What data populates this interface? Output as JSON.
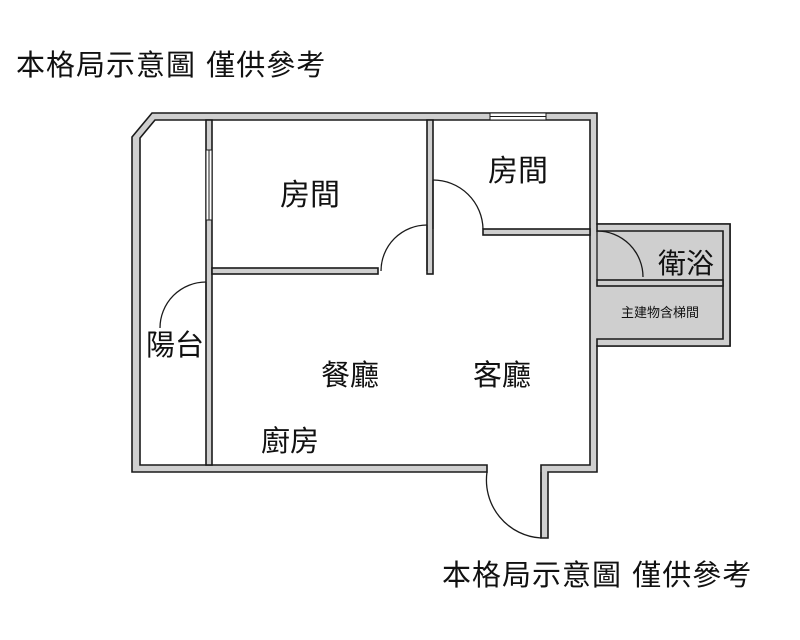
{
  "captions": {
    "top": "本格局示意圖 僅供參考",
    "bottom": "本格局示意圖 僅供參考"
  },
  "rooms": {
    "bedroom_1": "房間",
    "bedroom_2": "房間",
    "bathroom": "衛浴",
    "stairwell": "主建物含梯間",
    "balcony": "陽台",
    "dining": "餐廳",
    "living": "客廳",
    "kitchen": "廚房"
  },
  "colors": {
    "wall_fill": "#cfcfcf",
    "wall_stroke": "#1a1a1a",
    "label": "#111111"
  }
}
